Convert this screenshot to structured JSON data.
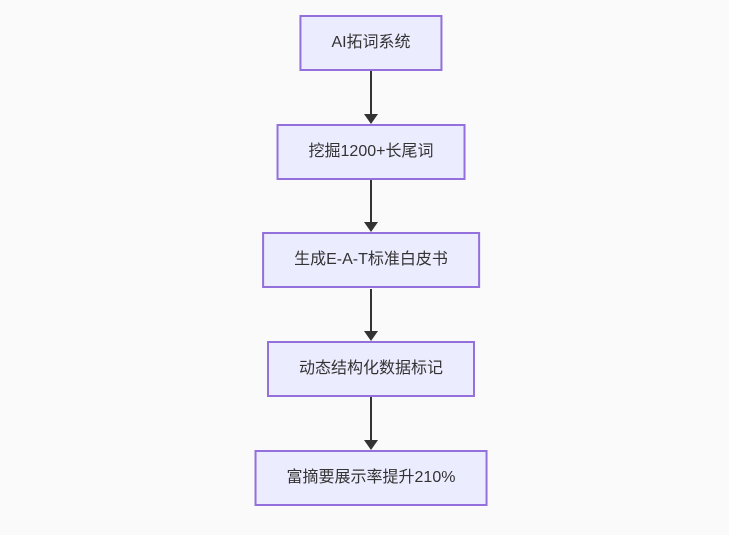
{
  "diagram": {
    "type": "flowchart",
    "direction": "top-down",
    "nodes": [
      {
        "id": "n0",
        "label": "AI拓词系统"
      },
      {
        "id": "n1",
        "label": "挖掘1200+长尾词"
      },
      {
        "id": "n2",
        "label": "生成E-A-T标准白皮书"
      },
      {
        "id": "n3",
        "label": "动态结构化数据标记"
      },
      {
        "id": "n4",
        "label": "富摘要展示率提升210%"
      }
    ],
    "edges": [
      {
        "from": "n0",
        "to": "n1"
      },
      {
        "from": "n1",
        "to": "n2"
      },
      {
        "from": "n2",
        "to": "n3"
      },
      {
        "from": "n3",
        "to": "n4"
      }
    ],
    "colors": {
      "background": "#fafafa",
      "node_fill": "#ECECFF",
      "node_border": "#9370DB",
      "arrow": "#333333",
      "text": "#333333"
    }
  }
}
